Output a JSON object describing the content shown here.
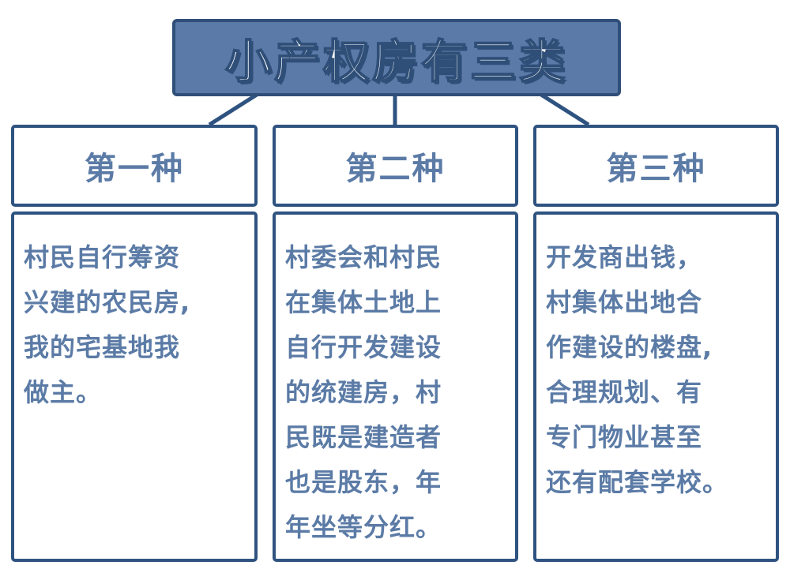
{
  "title": "小产权房有三类",
  "categories": [
    {
      "label": "第一种",
      "lines": [
        "村民自行筹资",
        "兴建的农民房,",
        "我的宅基地我",
        "做主。"
      ]
    },
    {
      "label": "第二种",
      "lines": [
        "村委会和村民",
        "在集体土地上",
        "自行开发建设",
        "的统建房，村",
        "民既是建造者",
        "也是股东，年",
        "年坐等分红。"
      ]
    },
    {
      "label": "第三种",
      "lines": [
        "开发商出钱，",
        "村集体出地合",
        "作建设的楼盘,",
        "合理规划、有",
        "专门物业甚至",
        "还有配套学校。"
      ]
    }
  ]
}
